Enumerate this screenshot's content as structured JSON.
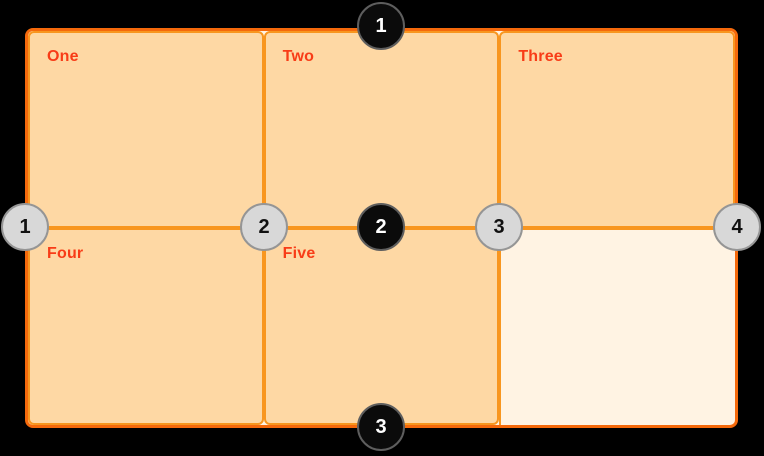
{
  "colors": {
    "page_bg": "#000000",
    "container_bg": "#FFF3E3",
    "container_border": "#F5690B",
    "cell_bg": "#FED8A4",
    "cell_border": "#F8961F",
    "cell_label": "#F83C17",
    "row_badge_bg": "#0B0B0B",
    "row_badge_border": "#5E5E5E",
    "row_badge_text": "#FFFFFF",
    "col_badge_bg": "#D8D8D8",
    "col_badge_border": "#959595",
    "col_badge_text": "#111111"
  },
  "grid": {
    "columns": 3,
    "rows": 2,
    "cells": [
      {
        "label": "One"
      },
      {
        "label": "Two"
      },
      {
        "label": "Three"
      },
      {
        "label": "Four"
      },
      {
        "label": "Five"
      }
    ],
    "empty_cells": 1
  },
  "row_line_badges": {
    "items": [
      {
        "label": "1"
      },
      {
        "label": "2"
      },
      {
        "label": "3"
      }
    ]
  },
  "column_line_badges": {
    "items": [
      {
        "label": "1"
      },
      {
        "label": "2"
      },
      {
        "label": "3"
      },
      {
        "label": "4"
      }
    ]
  }
}
